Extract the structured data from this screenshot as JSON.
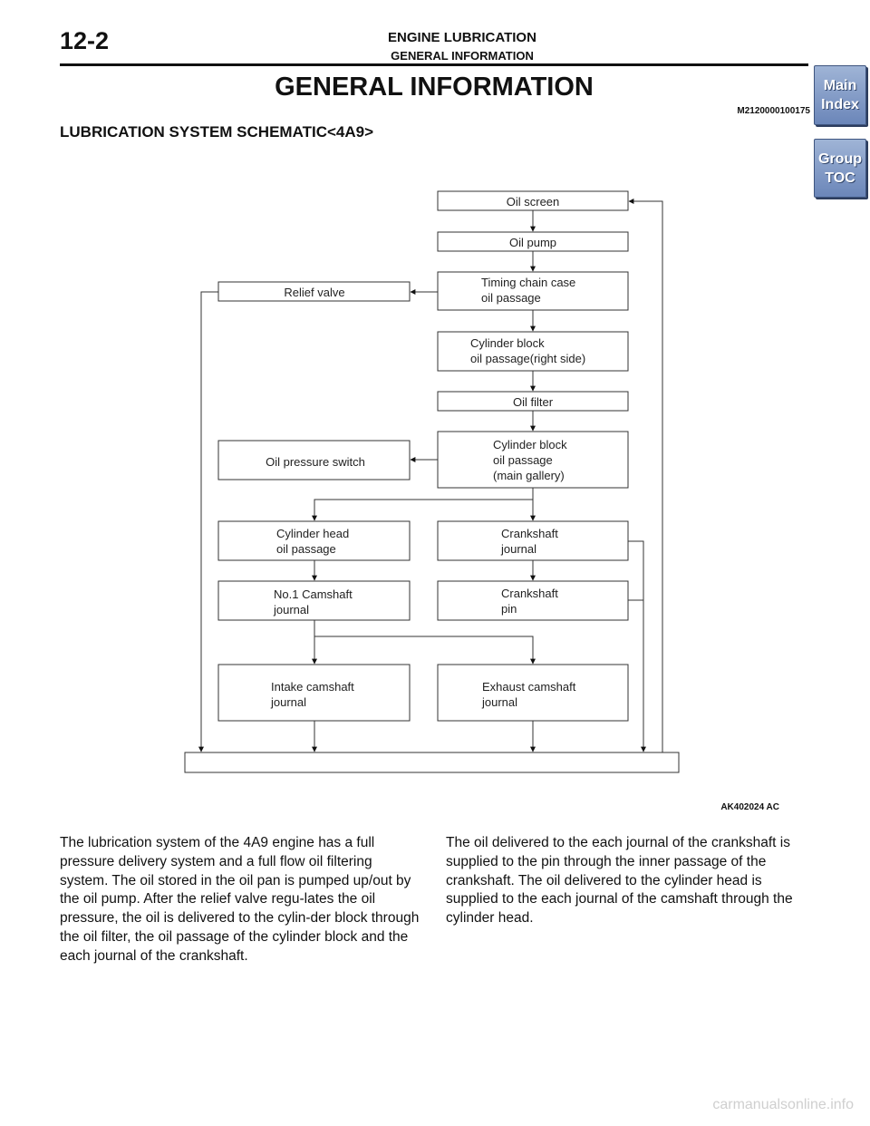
{
  "header": {
    "page_number": "12-2",
    "chapter": "ENGINE LUBRICATION",
    "section": "GENERAL INFORMATION"
  },
  "nav": {
    "main_index": [
      "Main",
      "Index"
    ],
    "group_toc": [
      "Group",
      "TOC"
    ]
  },
  "title": "GENERAL INFORMATION",
  "doc_id": "M2120000100175",
  "subtitle": "LUBRICATION SYSTEM SCHEMATIC<4A9>",
  "diagram": {
    "boxes": {
      "oil_screen": [
        "Oil screen"
      ],
      "oil_pump": [
        "Oil pump"
      ],
      "timing_chain": [
        "Timing chain case",
        "oil passage"
      ],
      "relief_valve": [
        "Relief valve"
      ],
      "block_right": [
        "Cylinder block",
        "oil passage(right side)"
      ],
      "oil_filter": [
        "Oil filter"
      ],
      "main_gallery": [
        "Cylinder block",
        "oil passage",
        "(main gallery)"
      ],
      "pressure_switch": [
        "Oil pressure switch"
      ],
      "cyl_head": [
        "Cylinder head",
        "oil passage"
      ],
      "crank_journal": [
        "Crankshaft",
        "journal"
      ],
      "camshaft1": [
        "No.1 Camshaft",
        "journal"
      ],
      "crank_pin": [
        "Crankshaft",
        "pin"
      ],
      "intake_cam": [
        "Intake camshaft",
        "journal"
      ],
      "exhaust_cam": [
        "Exhaust camshaft",
        "journal"
      ]
    },
    "figure_id": "AK402024 AC"
  },
  "body": {
    "left": "The lubrication system of the 4A9 engine has a full pressure delivery system and a full flow oil filtering system. The oil stored in the oil pan is pumped up/out by the oil pump. After the relief valve regu-lates the oil pressure, the oil is delivered to the cylin-der block through the oil filter, the oil passage of the cylinder block and the each journal of the crankshaft.",
    "right": "The oil delivered to the each journal of the crankshaft is supplied to the pin through the inner passage of the crankshaft. The oil delivered to the cylinder head is supplied to the each journal of the camshaft through the cylinder head."
  },
  "footer": "carmanualsonline.info"
}
